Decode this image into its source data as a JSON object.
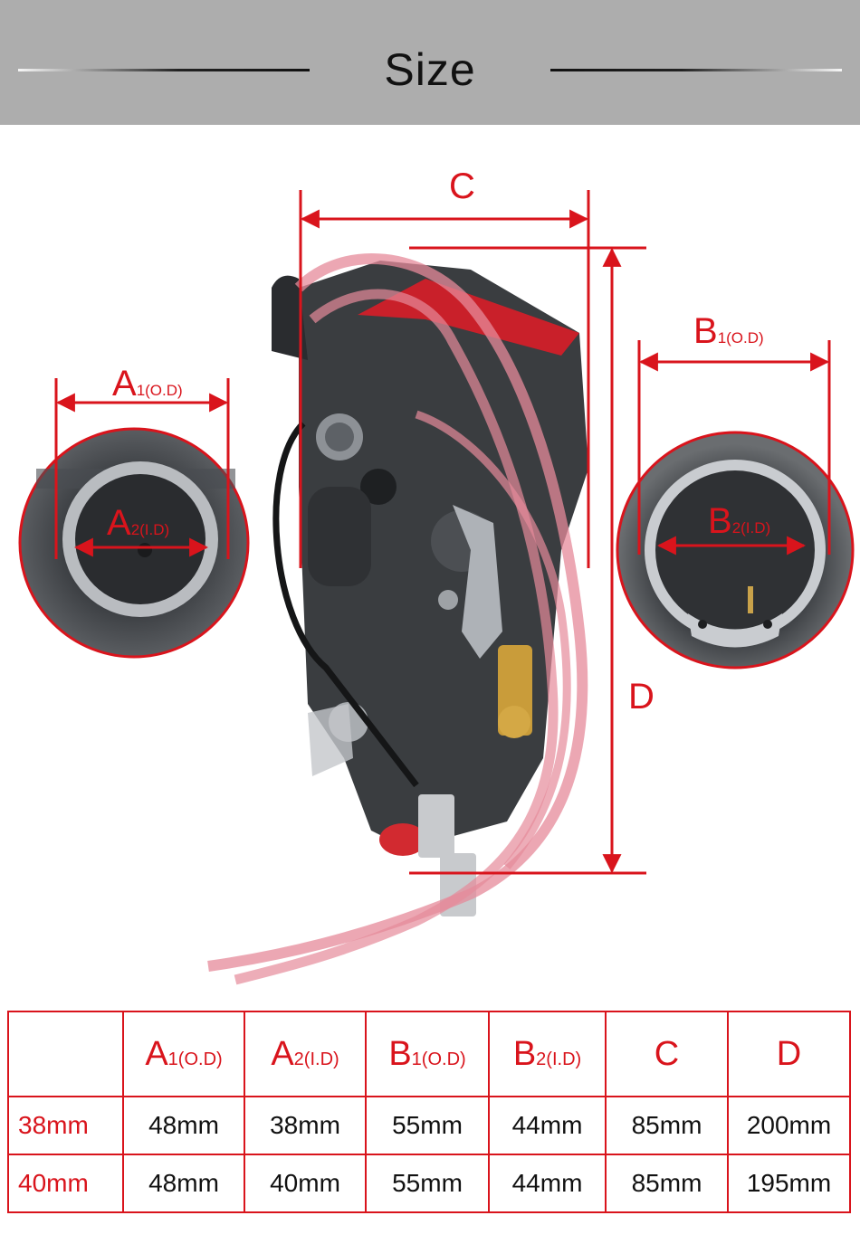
{
  "header": {
    "title": "Size"
  },
  "labels": {
    "a1": {
      "main": "A",
      "sub": "1(O.D)"
    },
    "a2": {
      "main": "A",
      "sub": "2(I.D)"
    },
    "b1": {
      "main": "B",
      "sub": "1(O.D)"
    },
    "b2": {
      "main": "B",
      "sub": "2(I.D)"
    },
    "c": "C",
    "d": "D"
  },
  "table": {
    "columns": [
      {
        "main": "A",
        "sub": "1(O.D)"
      },
      {
        "main": "A",
        "sub": "2(I.D)"
      },
      {
        "main": "B",
        "sub": "1(O.D)"
      },
      {
        "main": "B",
        "sub": "2(I.D)"
      },
      {
        "main": "C",
        "sub": ""
      },
      {
        "main": "D",
        "sub": ""
      }
    ],
    "rows": [
      {
        "label": "38mm",
        "values": [
          "48mm",
          "38mm",
          "55mm",
          "44mm",
          "85mm",
          "200mm"
        ]
      },
      {
        "label": "40mm",
        "values": [
          "48mm",
          "40mm",
          "55mm",
          "44mm",
          "85mm",
          "195mm"
        ]
      }
    ]
  },
  "colors": {
    "accent": "#d9141c",
    "banner": "#adadad",
    "hose": "#e58a9a",
    "body": "#3a3d40"
  }
}
